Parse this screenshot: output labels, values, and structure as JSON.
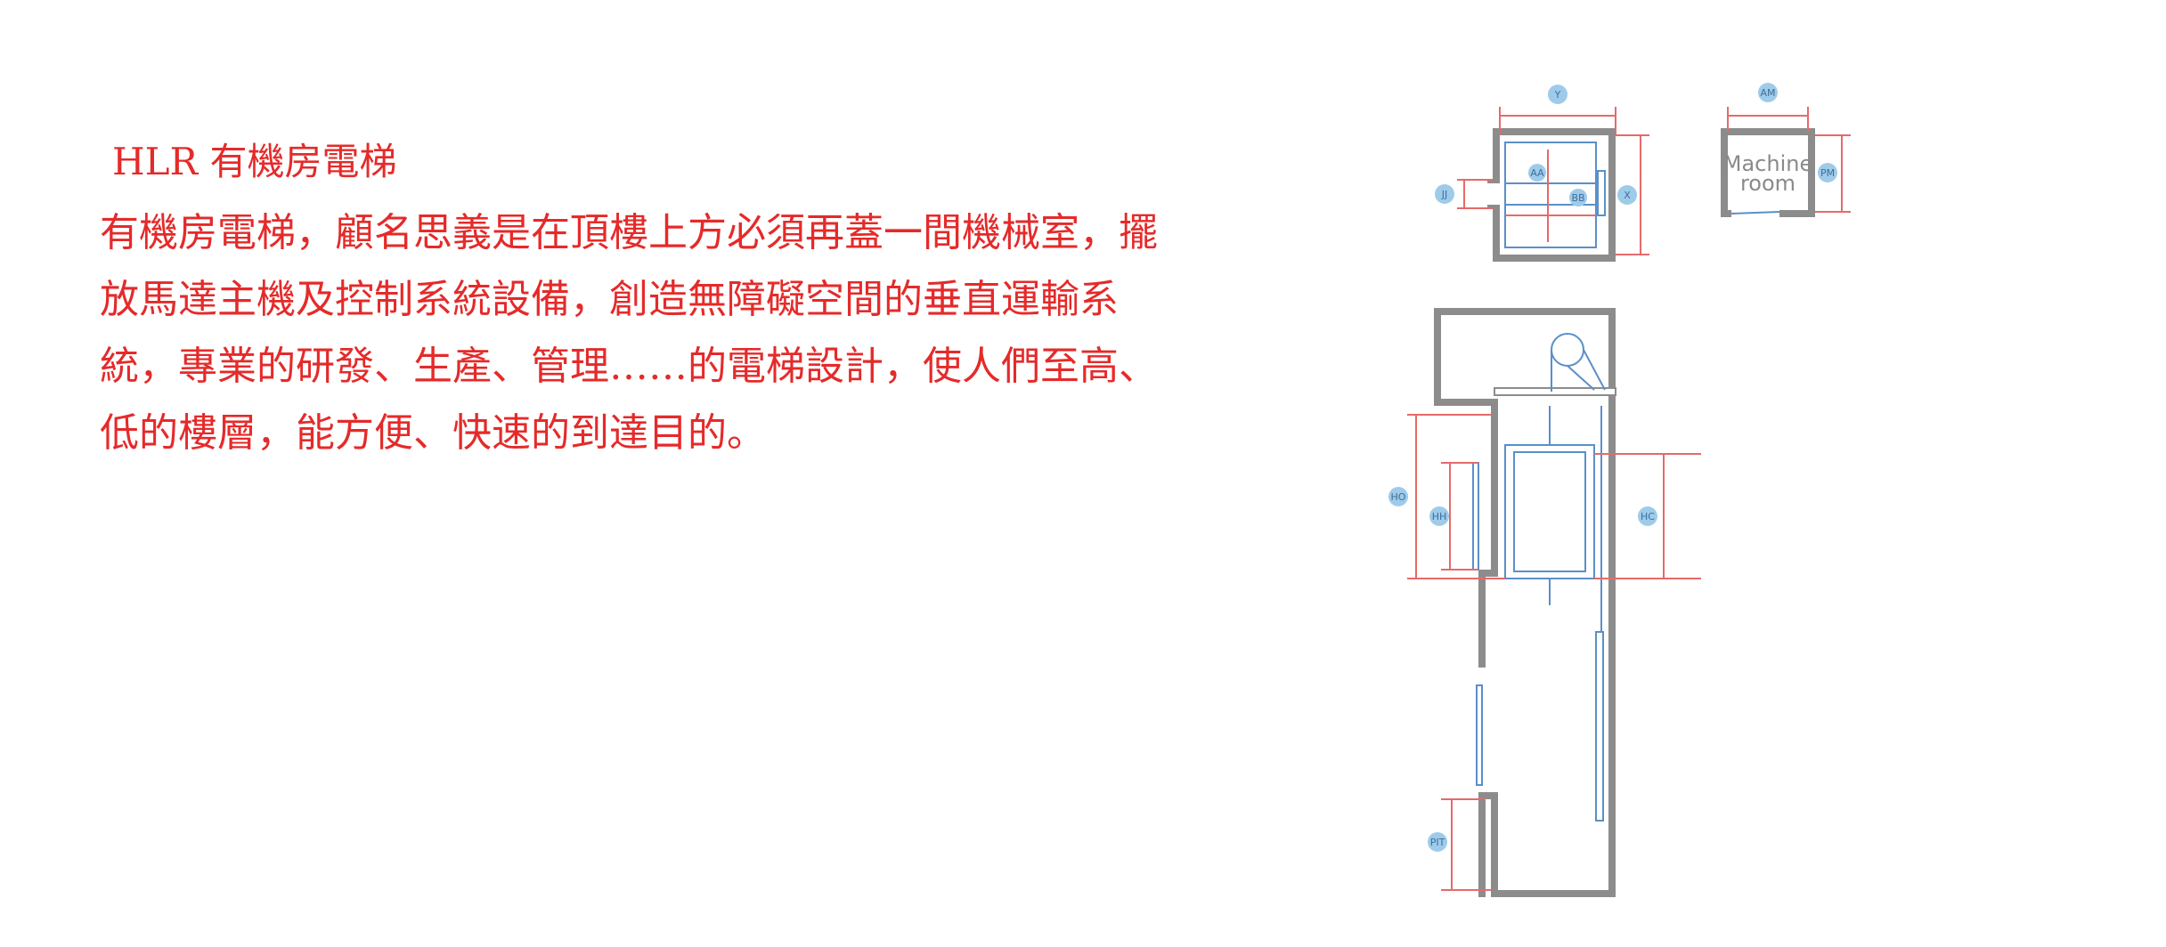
{
  "heading": "HLR 有機房電梯",
  "description": "有機房電梯，顧名思義是在頂樓上方必須再蓋一間機械室，擺放馬達主機及控制系統設備，創造無障礙空間的垂直運輸系統，專業的研發、生產、管理……的電梯設計，使人們至高、低的樓層，能方便、快速的到達目的。",
  "drawing": {
    "machine_room_label_line1": "Machine",
    "machine_room_label_line2": "room",
    "labels": {
      "y": "Y",
      "x": "X",
      "aa": "AA",
      "bb": "BB",
      "jj": "JJ",
      "am": "AM",
      "pm": "PM",
      "ho": "HO",
      "hh": "HH",
      "hc": "HC",
      "pit": "PIT"
    },
    "colors": {
      "wall": "#8c8c8c",
      "car_line": "#5b8fc9",
      "dimension_line": "#e56a6a",
      "badge_fill": "#9fcbea",
      "text": "#e52a2a"
    }
  }
}
